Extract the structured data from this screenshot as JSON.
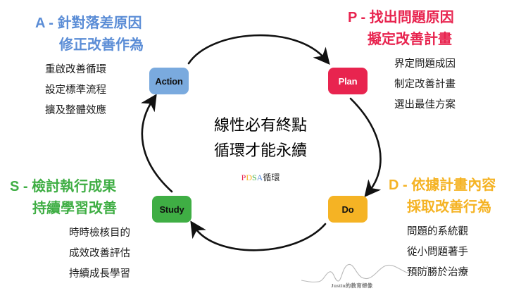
{
  "slide": {
    "background_color": "#ffffff",
    "center": {
      "line1": "線性必有終點",
      "line2": "循環才能永續",
      "pdsa": {
        "p": "P",
        "d": "D",
        "s": "S",
        "a": "A",
        "suffix": "循環"
      }
    },
    "watermark": {
      "text": "Justin的教育想像"
    }
  },
  "nodes": {
    "action": {
      "label": "Action",
      "color": "#7aaade",
      "text_color": "#111111"
    },
    "plan": {
      "label": "Plan",
      "color": "#e8244f",
      "text_color": "#ffffff"
    },
    "study": {
      "label": "Study",
      "color": "#3fae44",
      "text_color": "#111111"
    },
    "do": {
      "label": "Do",
      "color": "#f5b324",
      "text_color": "#111111"
    }
  },
  "quadrants": {
    "action": {
      "color": "#5b8dd6",
      "heading_line1": "A - 針對落差原因",
      "heading_line2": "修正改善作為",
      "items": [
        "重啟改善循環",
        "設定標準流程",
        "擴及整體效應"
      ]
    },
    "plan": {
      "color": "#e8244f",
      "heading_line1": "P - 找出問題原因",
      "heading_line2": "擬定改善計畫",
      "items": [
        "界定問題成因",
        "制定改善計畫",
        "選出最佳方案"
      ]
    },
    "study": {
      "color": "#3fae44",
      "heading_line1": "S - 檢討執行成果",
      "heading_line2": "持續學習改善",
      "items": [
        "時時檢核目的",
        "成效改善評估",
        "持續成長學習"
      ]
    },
    "do": {
      "color": "#f5b324",
      "heading_line1": "D - 依據計畫內容",
      "heading_line2": "採取改善行為",
      "items": [
        "問題的系統觀",
        "從小問題著手",
        "預防勝於治療"
      ]
    }
  }
}
